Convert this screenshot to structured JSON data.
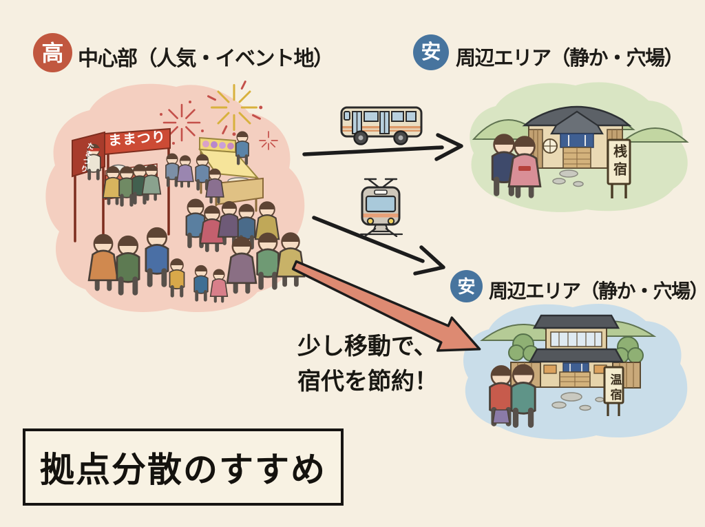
{
  "scene": {
    "background_color": "#f6efe1",
    "title": "拠点分散のすすめ",
    "message_line1": "少し移動で、",
    "message_line2": "宿代を節約！"
  },
  "labels": {
    "center": {
      "badge": "高",
      "text": "中心部（人気・イベント地）"
    },
    "area_top": {
      "badge": "安",
      "text": "周辺エリア（静か・穴場）"
    },
    "area_bottom": {
      "badge": "安",
      "text": "周辺エリア（静か・穴場）"
    }
  },
  "festival": {
    "stall_sign": "ままつり",
    "stall_side_sign": "たまつり"
  },
  "inns": {
    "top_sign": "桟宿",
    "bottom_sign": "温宿"
  },
  "icons": [
    "bus-icon",
    "train-icon",
    "fireworks-icon"
  ],
  "colors": {
    "badge_high": "#c1573f",
    "badge_cheap": "#47749e",
    "highlight_arrow": "#dd8a72",
    "festival_blob": "#f4cfc0",
    "inn_top_blob": "#d9e5c3",
    "inn_bottom_blob": "#c9dde9"
  }
}
